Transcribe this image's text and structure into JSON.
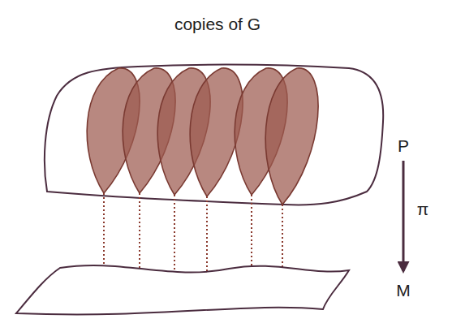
{
  "diagram": {
    "labels": [
      "copies of G",
      "P",
      "π",
      "M"
    ]
  }
}
